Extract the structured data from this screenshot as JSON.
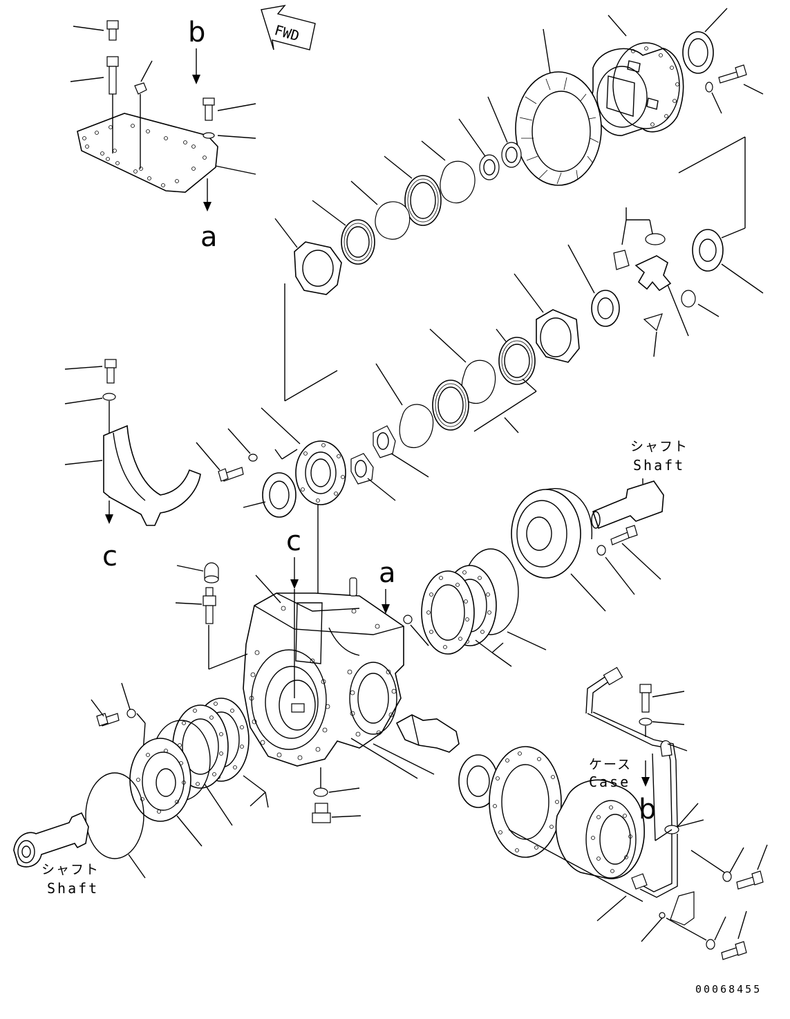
{
  "direction_label": "FWD",
  "callouts": {
    "a": "a",
    "b": "b",
    "c": "c"
  },
  "shaft_labels": {
    "right": {
      "jp": "シャフト",
      "en": "Shaft"
    },
    "left": {
      "jp": "シャフト",
      "en": "Shaft"
    }
  },
  "case_label": {
    "jp": "ケース",
    "en": "Case"
  },
  "drawing_number": "00068455"
}
